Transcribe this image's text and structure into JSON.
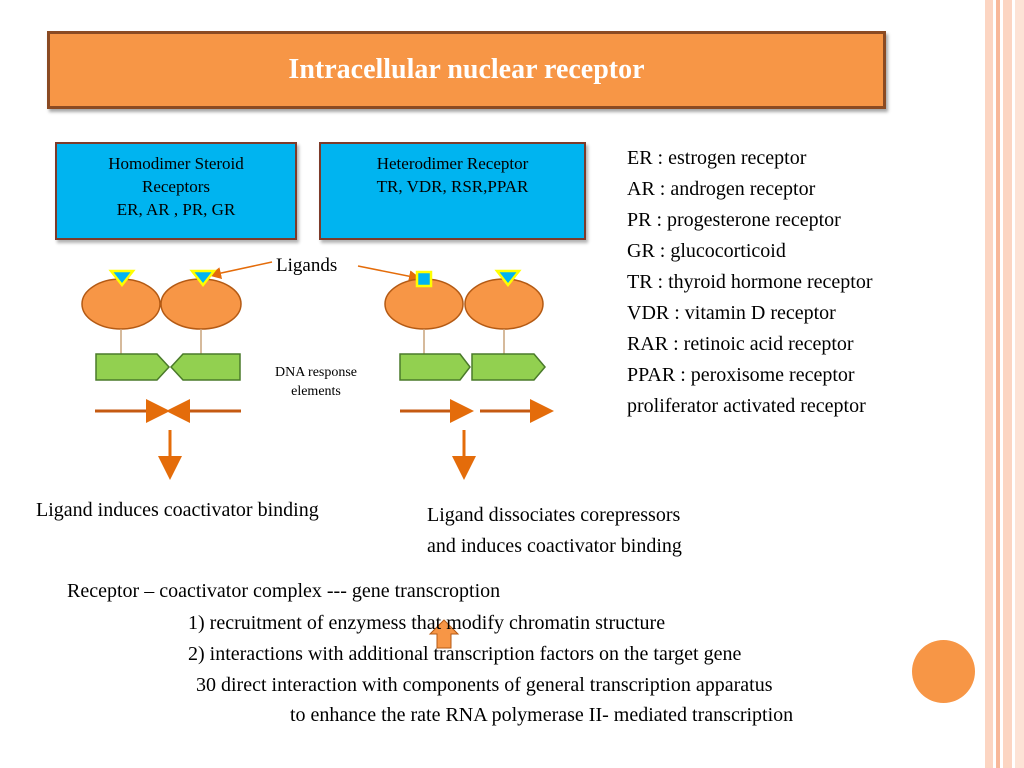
{
  "slide": {
    "title": "Intracellular nuclear receptor",
    "homodimer_box": {
      "line1": "Homodimer Steroid",
      "line2": "Receptors",
      "line3": "ER, AR , PR, GR"
    },
    "heterodimer_box": {
      "line1": "Heterodimer Receptor",
      "line2": "TR, VDR, RSR,PPAR"
    },
    "abbreviations": [
      "ER : estrogen receptor",
      "AR : androgen receptor",
      "PR : progesterone receptor",
      "GR : glucocorticoid",
      "TR : thyroid hormone receptor",
      "VDR : vitamin D receptor",
      "RAR : retinoic acid receptor",
      "PPAR : peroxisome receptor",
      "proliferator activated receptor"
    ],
    "ligands_label": "Ligands",
    "dna_label": {
      "line1": "DNA response",
      "line2": "elements"
    },
    "left_caption": "Ligand induces coactivator binding",
    "right_caption": {
      "line1": "Ligand dissociates corepressors",
      "line2": "and induces coactivator binding"
    },
    "complex": {
      "heading": "Receptor – coactivator complex --- gene transcroption",
      "item1": "1) recruitment of enzymess that modify chromatin structure",
      "item2": "2) interactions with additional transcription factors on the target gene",
      "item3": "30 direct interaction with components of general transcription apparatus",
      "item4": "to enhance the rate RNA polymerase II- mediated transcription"
    }
  },
  "colors": {
    "accent_orange": "#f79646",
    "receptor_blue": "#00b4f0",
    "ligand_yellow": "#ffff00",
    "dna_green": "#92d050",
    "arrow_orange": "#e46c0a"
  }
}
